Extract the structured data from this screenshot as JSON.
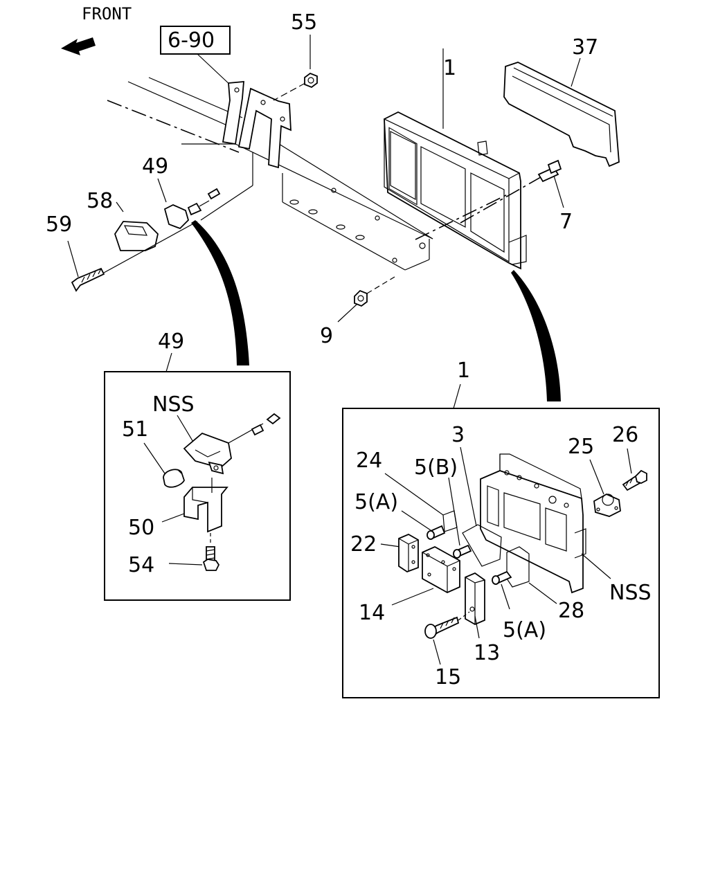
{
  "header": {
    "front_label": "FRONT",
    "ref_box_label": "6-90"
  },
  "callouts": {
    "c55": "55",
    "c37": "37",
    "c1_top": "1",
    "c49_top": "49",
    "c58": "58",
    "c59": "59",
    "c7": "7",
    "c9": "9"
  },
  "detail_49": {
    "title": "49",
    "labels": {
      "nss": "NSS",
      "c51": "51",
      "c50": "50",
      "c54": "54"
    }
  },
  "detail_1": {
    "title": "1",
    "labels": {
      "c3": "3",
      "c25": "25",
      "c26": "26",
      "c24": "24",
      "c5b": "5(B)",
      "c5a_1": "5(A)",
      "c22": "22",
      "nss": "NSS",
      "c14": "14",
      "c28": "28",
      "c5a_2": "5(A)",
      "c13": "13",
      "c15": "15"
    }
  }
}
